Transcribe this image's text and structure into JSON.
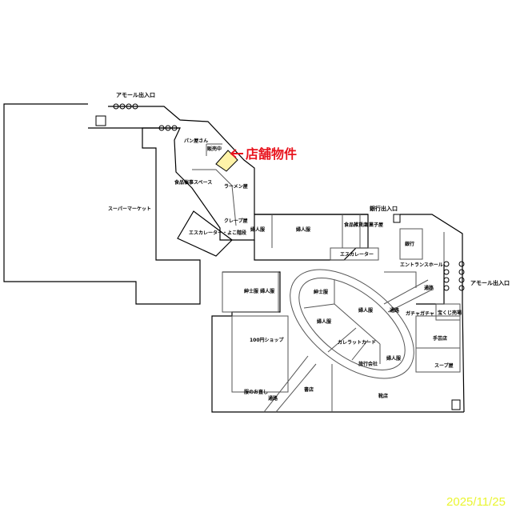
{
  "title_highlight": "店舗物件",
  "highlight_color": "#fff3a8",
  "accent_color": "#e8141e",
  "date_stamp": "2025/11/25",
  "labels": {
    "amor_entrance_top": "アモール出入口",
    "bakery": "パン屋さん",
    "sales": "販売中",
    "food_event_space": "食品催事スペース",
    "ramen": "ラーメン屋",
    "supermarket": "スーパーマーケット",
    "crepe": "クレープ屋",
    "escalator_stairs": "エスカレーター・よこ階段",
    "womens_1": "婦人服",
    "womens_2": "婦人服",
    "grocery": "食品雑貨店",
    "sweets": "お菓子屋",
    "bank_entrance": "銀行出入口",
    "bank": "銀行",
    "escalator": "エスカレーター",
    "entrance_hall": "エントランスホール",
    "amor_entrance_right": "アモール出入口",
    "mens_womens": "紳士服 婦人服",
    "mens": "紳士服",
    "womens_3": "婦人服",
    "womens_4": "婦人服",
    "passage_1": "通路",
    "passage_2": "通路",
    "passage_3": "通路",
    "gacha": "ガチャガチャ",
    "lottery": "宝くじ売場",
    "card_counter": "カレラットカード",
    "travel": "旅行会社",
    "womens_5": "婦人服",
    "hundred_yen": "100円ショップ",
    "craft": "手芸店",
    "soup": "スープ屋",
    "alterations": "服のお直し",
    "bookstore": "書店",
    "shoes": "靴店"
  }
}
